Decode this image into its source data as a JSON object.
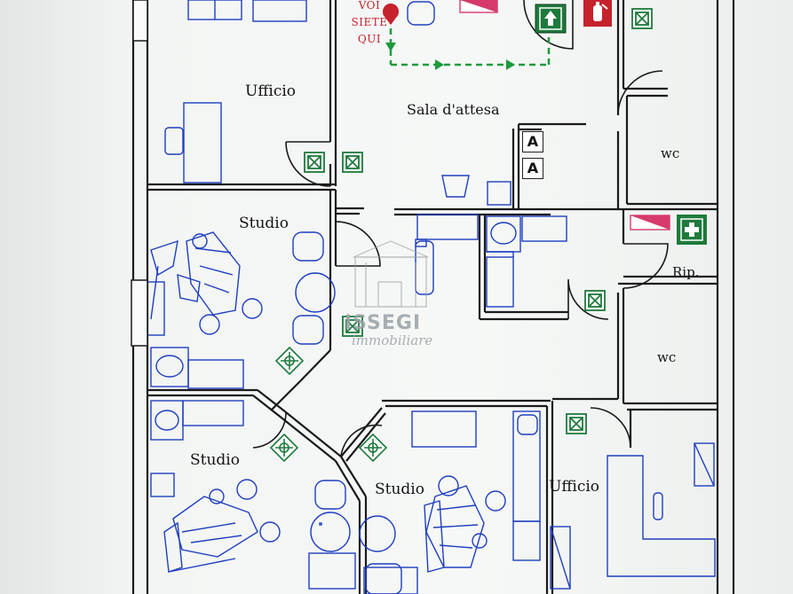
{
  "rooms": {
    "ufficio_top": "Ufficio",
    "sala": "Sala d'attesa",
    "wc_top": "wc",
    "studio_1": "Studio",
    "rip": "Rip.",
    "wc_mid": "wc",
    "studio_2": "Studio",
    "studio_3": "Studio",
    "ufficio_bottom": "Ufficio"
  },
  "you_are_here": [
    "VOI",
    "SIETE",
    "QUI"
  ],
  "accessible_signs": [
    "A",
    "A"
  ],
  "watermark": {
    "brand": "ISSEGI",
    "sub": "immobiliare"
  },
  "colors": {
    "wall": "#1a1a1a",
    "furniture": "#1f3fbf",
    "exit_green": "#1e7a3c",
    "marker_red": "#c5222c",
    "extinguisher_pink": "#d63a6a",
    "route_green": "#1e9a3c"
  },
  "icons": [
    "you-are-here-marker",
    "emergency-exit-icon",
    "fire-extinguisher-icon",
    "first-aid-icon",
    "alarm-box-icon",
    "dental-chair-icon"
  ]
}
